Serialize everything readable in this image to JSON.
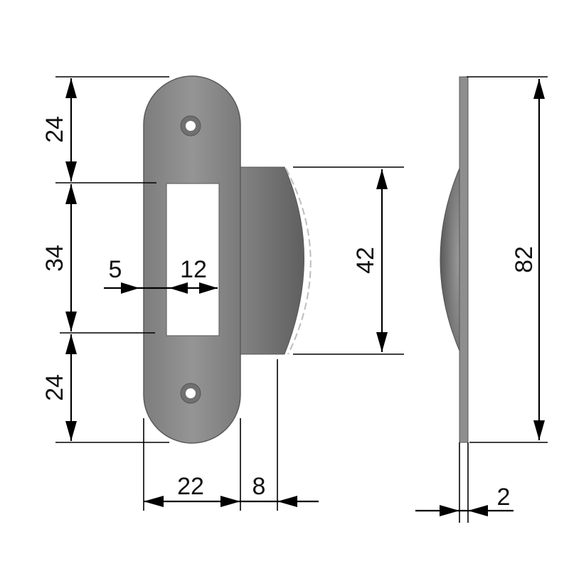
{
  "dimensions": {
    "top_height": "24",
    "slot_height": "34",
    "bottom_height": "24",
    "slot_offset": "5",
    "slot_width": "12",
    "lip_height": "42",
    "total_height": "82",
    "plate_width": "22",
    "lip_depth": "8",
    "thickness": "2"
  },
  "colors": {
    "metal": "#8c8c8c",
    "metal_dark": "#6f6f6f",
    "metal_light": "#a6a6a6",
    "slot": "#ffffff",
    "line": "#000000"
  }
}
